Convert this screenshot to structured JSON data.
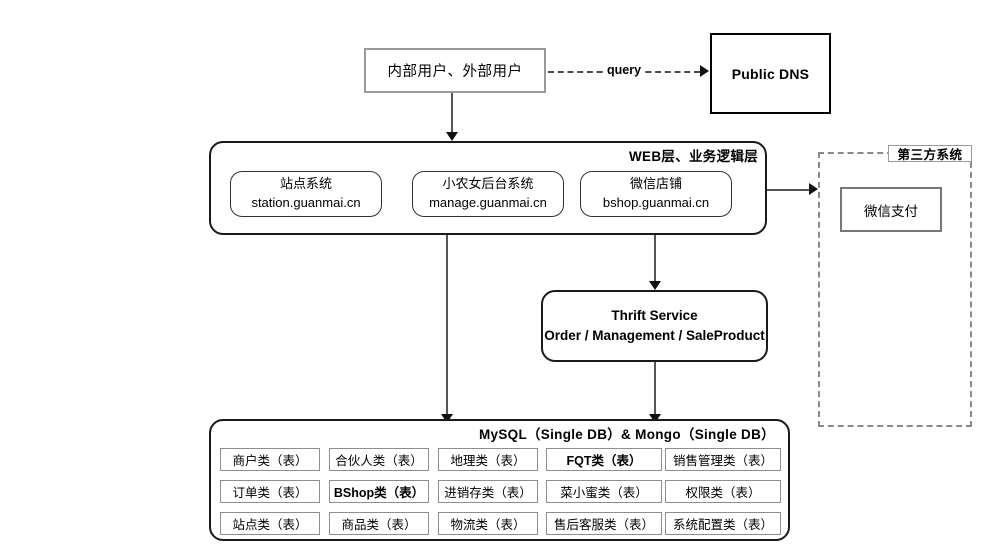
{
  "diagram": {
    "title": "system-architecture",
    "nodes": {
      "users": "内部用户、外部用户",
      "public_dns": "Public DNS",
      "query_label": "query",
      "web_layer_title": "WEB层、业务逻辑层",
      "apps": [
        {
          "name": "站点系统",
          "domain": "station.guanmai.cn"
        },
        {
          "name": "小农女后台系统",
          "domain": "manage.guanmai.cn"
        },
        {
          "name": "微信店铺",
          "domain": "bshop.guanmai.cn"
        }
      ],
      "thrift_line1": "Thrift Service",
      "thrift_line2": "Order / Management / SaleProduct",
      "third_party_title": "第三方系统",
      "wechat_pay": "微信支付",
      "db_layer_title": "MySQL（Single DB）& Mongo（Single DB）"
    },
    "db_tables": [
      [
        {
          "label": "商户类（表）",
          "bold": false
        },
        {
          "label": "合伙人类（表）",
          "bold": false
        },
        {
          "label": "地理类（表）",
          "bold": false
        },
        {
          "label": "FQT类（表）",
          "bold": true
        },
        {
          "label": "销售管理类（表）",
          "bold": false
        }
      ],
      [
        {
          "label": "订单类（表）",
          "bold": false
        },
        {
          "label": "BShop类（表）",
          "bold": true
        },
        {
          "label": "进销存类（表）",
          "bold": false
        },
        {
          "label": "菜小蜜类（表）",
          "bold": false
        },
        {
          "label": "权限类（表）",
          "bold": false
        }
      ],
      [
        {
          "label": "站点类（表）",
          "bold": false
        },
        {
          "label": "商品类（表）",
          "bold": false
        },
        {
          "label": "物流类（表）",
          "bold": false
        },
        {
          "label": "售后客服类（表）",
          "bold": false
        },
        {
          "label": "系统配置类（表）",
          "bold": false
        }
      ]
    ],
    "colors": {
      "background": "#ffffff",
      "text": "#000000",
      "node_border_dark": "#1a1a1a",
      "node_border_gray": "#8e8e8e",
      "connector": "#555555",
      "dashed_panel": "#8a8a8a"
    }
  }
}
